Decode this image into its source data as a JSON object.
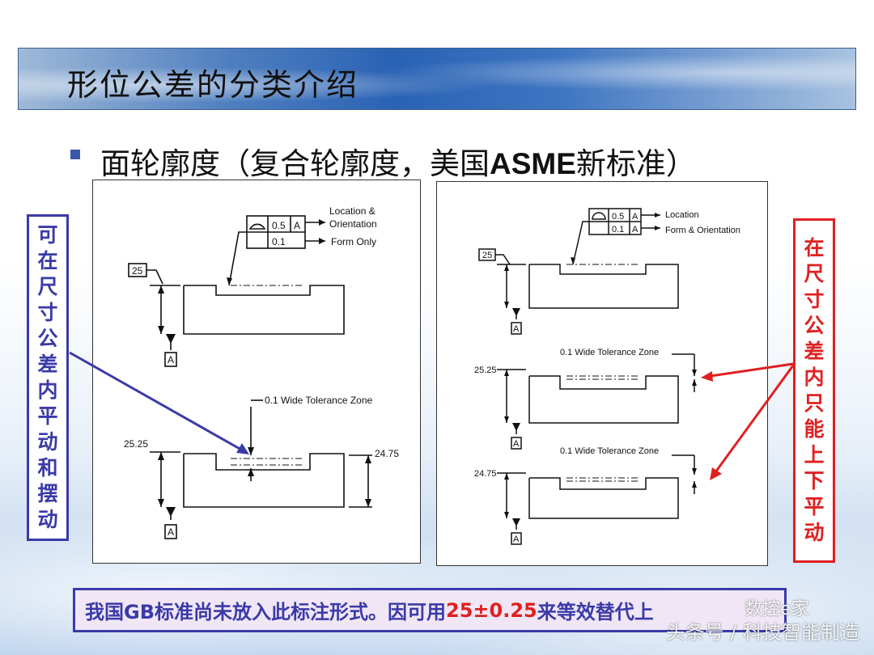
{
  "title": "形位公差的分类介绍",
  "bullet": {
    "prefix": "面轮廓度（复合轮廓度，美国",
    "bold": "ASME",
    "suffix": "新标准）"
  },
  "left_note": [
    "可",
    "在",
    "尺",
    "寸",
    "公",
    "差",
    "内",
    "平",
    "动",
    "和",
    "摆",
    "动"
  ],
  "right_note": [
    "在",
    "尺",
    "寸",
    "公",
    "差",
    "内",
    "只",
    "能",
    "上",
    "下",
    "平",
    "动"
  ],
  "left_figure": {
    "location_label": "Location &",
    "orientation_label": "Orientation",
    "form_label": "Form Only",
    "tol1": "0.5",
    "tol2": "0.1",
    "datum": "A",
    "basic_dim": "25",
    "zone_label": "0.1 Wide Tolerance Zone",
    "dim_upper": "25.25",
    "dim_lower": "24.75"
  },
  "right_figure": {
    "location_label": "Location",
    "orientation_label": "Form & Orientation",
    "tol1": "0.5",
    "tol2": "0.1",
    "datum": "A",
    "basic_dim": "25",
    "zone_label_1": "0.1 Wide Tolerance Zone",
    "zone_label_2": "0.1 Wide Tolerance Zone",
    "dim_upper": "25.25",
    "dim_lower": "24.75"
  },
  "footer": {
    "text_a": "我国GB标准尚未放入此标注形式。因可用",
    "highlight": "25±0.25",
    "text_b": "来等效替代上"
  },
  "watermark": {
    "logo": "数控e家",
    "source": "头条号 / 科技智能制造"
  },
  "colors": {
    "title_band": "#2a62b4",
    "left_accent": "#3a3aa8",
    "right_accent": "#e02020"
  }
}
